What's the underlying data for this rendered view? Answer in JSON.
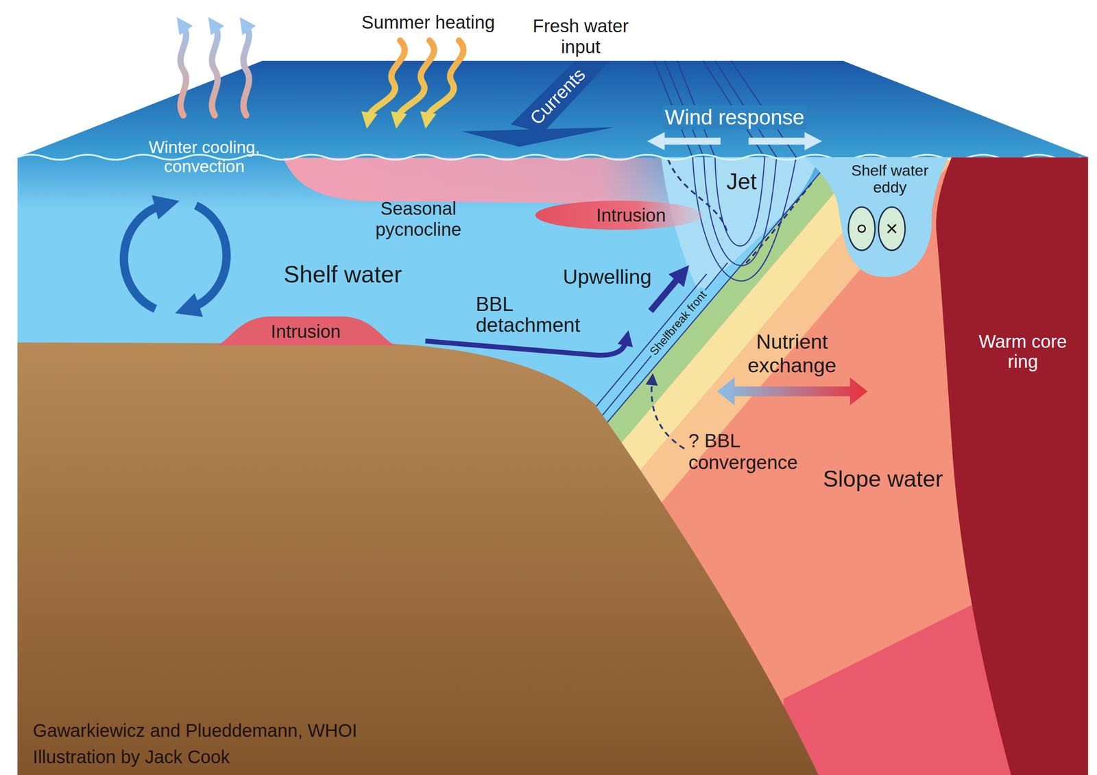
{
  "diagram": {
    "nodes": [
      {
        "text": [
          "Shelf water eddy"
        ]
      },
      {
        "text": [
          "Intrusion"
        ]
      },
      {
        "text": [
          "Intrusion"
        ]
      },
      {
        "text": [
          "Warm core ring"
        ]
      }
    ],
    "labels": [
      "Summer heating",
      "Fresh water input",
      "Currents",
      "Wind response",
      "Winter cooling, convection",
      "Jet",
      "Seasonal pycnocline",
      "Shelf water",
      "Upwelling",
      "BBL detachment",
      "Shelfbreak front",
      "Nutrient exchange",
      "? BBL convergence",
      "Slope water",
      "Gawarkiewicz and Plueddemann, WHOI",
      "Illustration by Jack Cook"
    ]
  }
}
